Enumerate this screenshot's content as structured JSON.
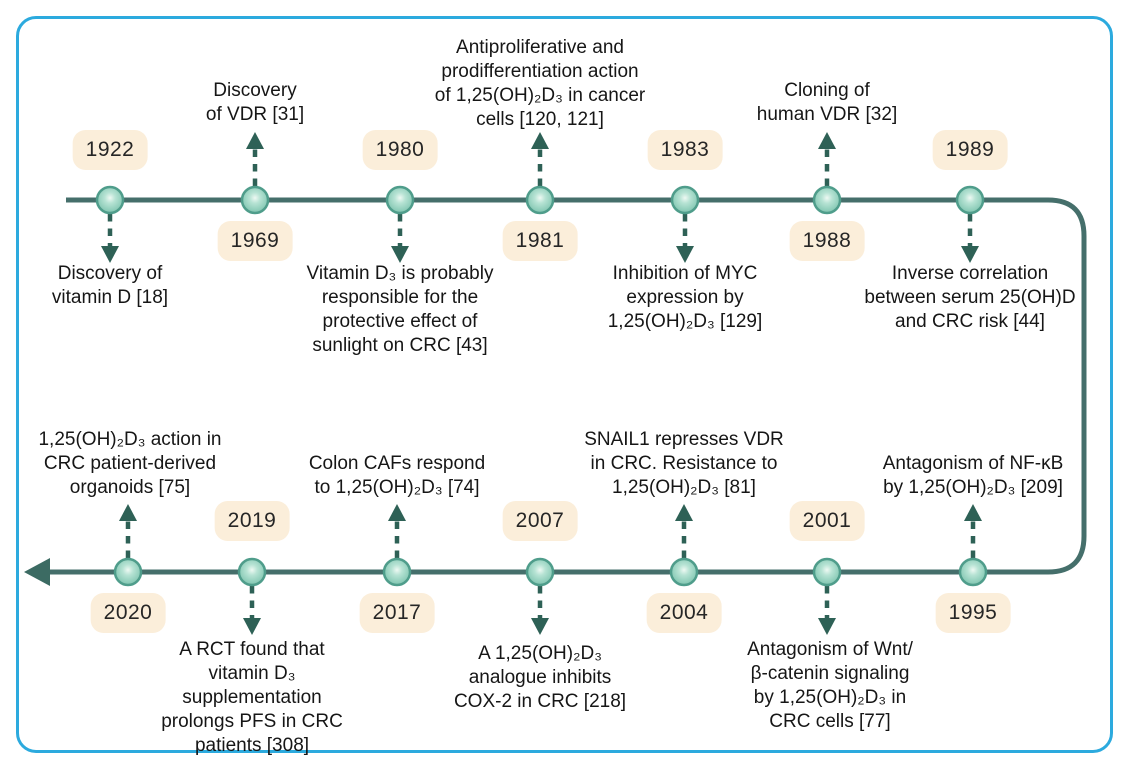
{
  "colors": {
    "frame_border": "#2caade",
    "timeline_line": "#456f6b",
    "arrow_dash": "#2e6156",
    "node_fill": "#93d0bd",
    "node_stroke": "#4f9d8b",
    "year_badge_bg": "#fbeeda",
    "text": "#161616"
  },
  "timeline": {
    "top_row": [
      {
        "year": "1922",
        "label_side": "below",
        "label": "Discovery of\nvitamin D [18]"
      },
      {
        "year": "1969",
        "label_side": "above",
        "label": "Discovery\nof VDR [31]"
      },
      {
        "year": "1980",
        "label_side": "below",
        "label": "Vitamin D₃ is probably\nresponsible for the\nprotective effect of\nsunlight on CRC [43]"
      },
      {
        "year": "1981",
        "label_side": "above",
        "label": "Antiproliferative and\nprodifferentiation action\nof 1,25(OH)₂D₃ in cancer\ncells [120, 121]"
      },
      {
        "year": "1983",
        "label_side": "below",
        "label": "Inhibition of MYC\nexpression by\n1,25(OH)₂D₃ [129]"
      },
      {
        "year": "1988",
        "label_side": "above",
        "label": "Cloning of\nhuman VDR [32]"
      },
      {
        "year": "1989",
        "label_side": "below",
        "label": "Inverse correlation\nbetween serum 25(OH)D\nand CRC risk [44]"
      }
    ],
    "bottom_row": [
      {
        "year": "2020",
        "label_side": "above",
        "label": "1,25(OH)₂D₃ action in\nCRC patient-derived\norganoids [75]"
      },
      {
        "year": "2019",
        "label_side": "below",
        "label": "A RCT found that\nvitamin D₃\nsupplementation\nprolongs PFS in CRC\npatients [308]"
      },
      {
        "year": "2017",
        "label_side": "above",
        "label": "Colon CAFs respond\nto 1,25(OH)₂D₃ [74]"
      },
      {
        "year": "2007",
        "label_side": "below",
        "label": "A 1,25(OH)₂D₃\nanalogue inhibits\nCOX-2 in CRC [218]"
      },
      {
        "year": "2004",
        "label_side": "above",
        "label": "SNAIL1 represses VDR\nin CRC. Resistance to\n1,25(OH)₂D₃ [81]"
      },
      {
        "year": "2001",
        "label_side": "below",
        "label": "Antagonism of Wnt/\nβ-catenin signaling\nby 1,25(OH)₂D₃ in\nCRC cells [77]"
      },
      {
        "year": "1995",
        "label_side": "above",
        "label": "Antagonism of NF-κB\nby 1,25(OH)₂D₃ [209]"
      }
    ]
  }
}
